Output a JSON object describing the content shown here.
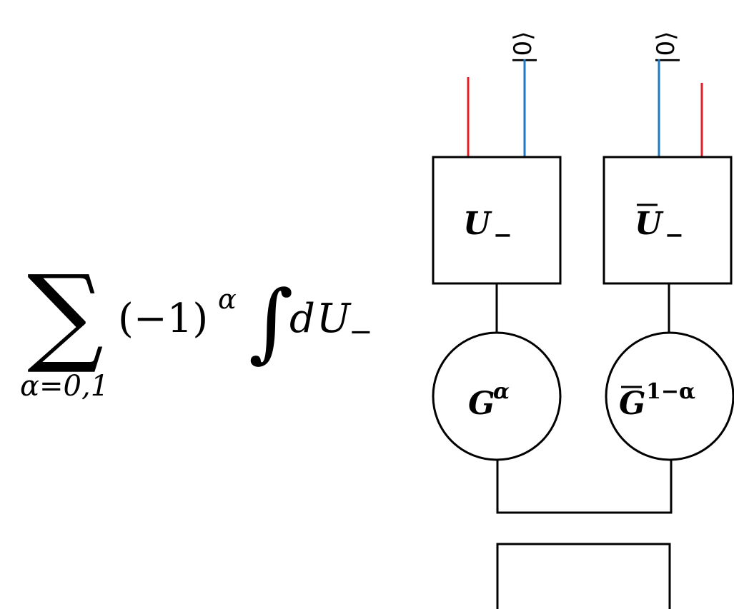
{
  "formula": {
    "sum_symbol": "∑",
    "sum_subscript": "α=0,1",
    "sign_base": "(−1)",
    "sign_exponent": "α",
    "integral_symbol": "∫",
    "integrand_d": "d",
    "integrand_U": "U",
    "integrand_sub": "−"
  },
  "boxes": {
    "left": {
      "base": "U",
      "subscript": "−",
      "bar": false
    },
    "right": {
      "base": "U",
      "subscript": "−",
      "bar": true
    }
  },
  "circles": {
    "left": {
      "base": "G",
      "superscript": "α",
      "bar": false
    },
    "right": {
      "base": "G",
      "superscript": "1−α",
      "bar": true
    }
  },
  "kets": {
    "left": "|0⟩",
    "right": "|0⟩"
  },
  "colors": {
    "red_wire": "#e41e26",
    "blue_wire": "#1f78c1",
    "black": "#000000"
  }
}
